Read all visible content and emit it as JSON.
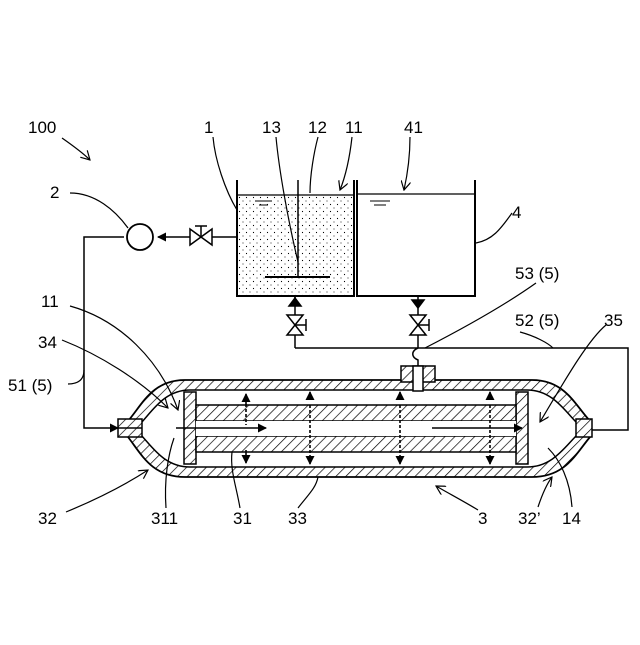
{
  "labels": {
    "system": "100",
    "tank": "1",
    "stirrer": "13",
    "liquid": "12",
    "fluid_a": "11",
    "receiver_level": "41",
    "receiver": "4",
    "pump": "2",
    "line_53": "53 (5)",
    "line_52": "52 (5)",
    "end_right": "35",
    "fluid_b": "11",
    "end_left": "34",
    "line_51": "51 (5)",
    "head_left": "32",
    "tube_inlet": "311",
    "tube": "31",
    "shell": "33",
    "module": "3",
    "head_right": "32’",
    "fluid_c": "14"
  }
}
